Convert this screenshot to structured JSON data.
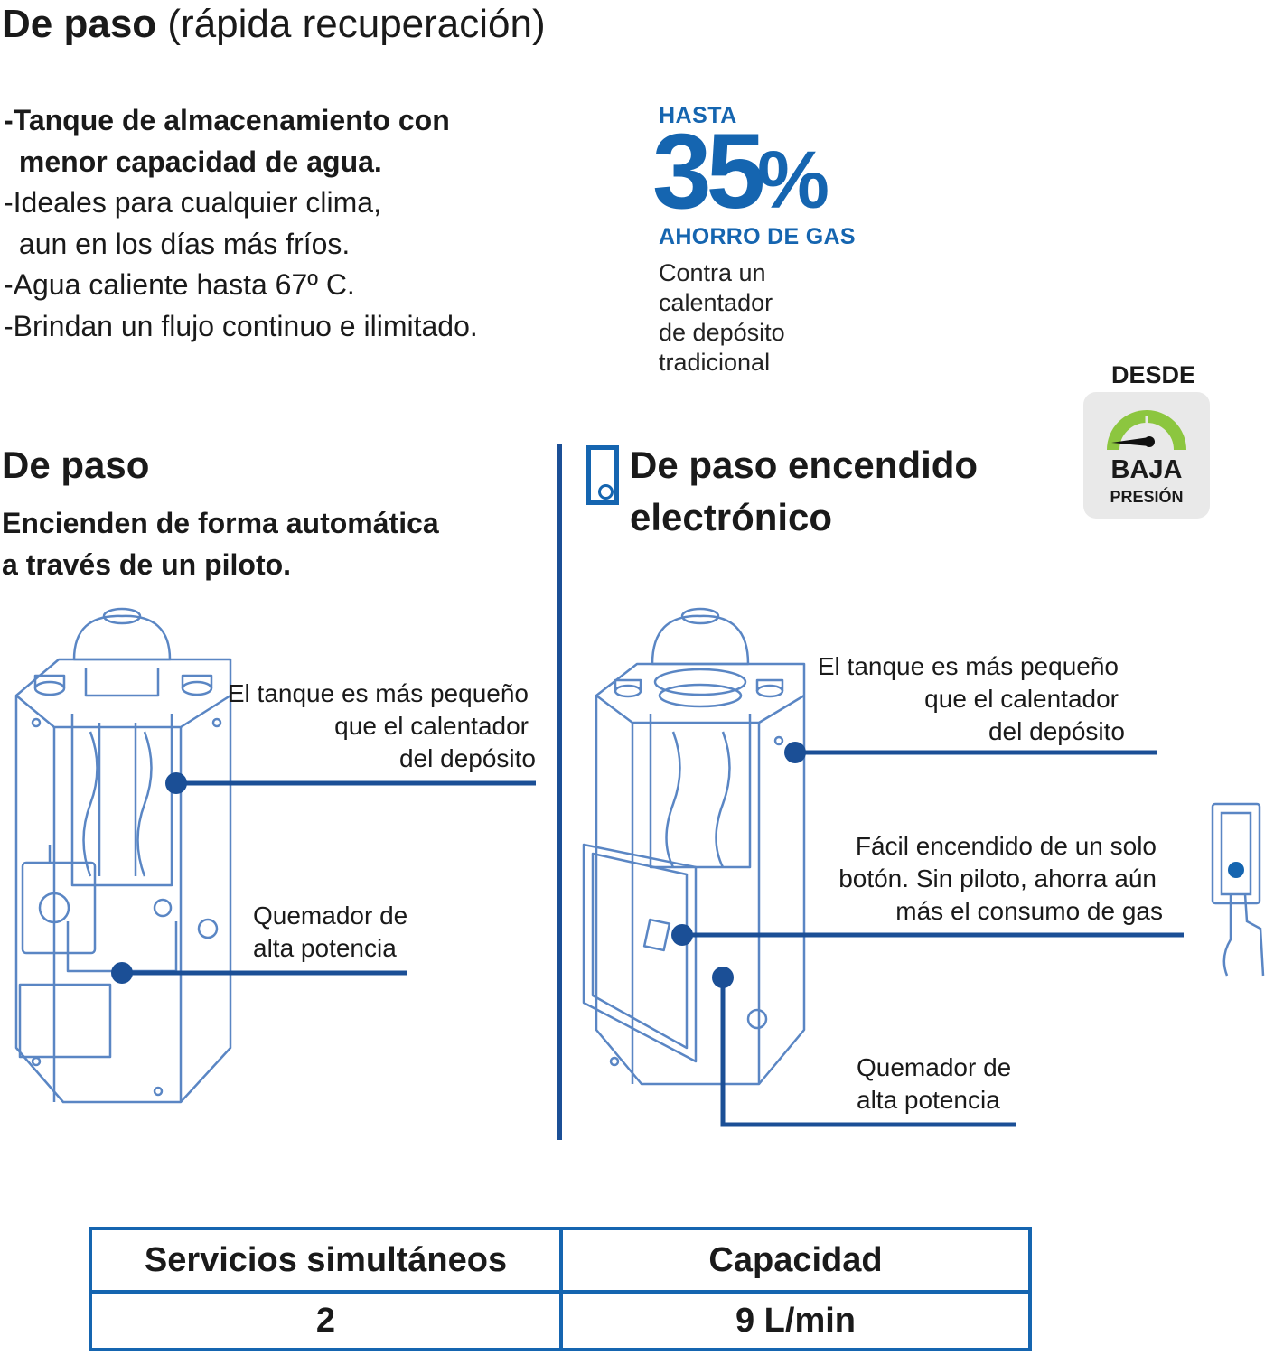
{
  "header": {
    "title_bold": "De paso",
    "title_regular": "(rápida recuperación)"
  },
  "features": [
    "-Tanque de almacenamiento con",
    " menor capacidad de agua.",
    "-Ideales para cualquier clima,",
    " aun en los días más fríos.",
    "-Agua caliente hasta 67º C.",
    "-Brindan un flujo continuo e ilimitado."
  ],
  "promo": {
    "prefix": "HASTA",
    "number": "35",
    "percent": "%",
    "label": "AHORRO DE GAS",
    "lines": [
      "Contra un",
      "calentador",
      "de depósito",
      "tradicional"
    ]
  },
  "badge": {
    "top": "DESDE",
    "main": "BAJA",
    "sub": "PRESIÓN",
    "gauge_icon": "pressure-gauge-icon",
    "colors": {
      "gauge": "#8cc63f",
      "needle": "#111111",
      "background": "#e9e9e9"
    }
  },
  "left_section": {
    "title": "De paso",
    "subtitle_lines": [
      "Encienden de forma automática",
      "a través de un piloto."
    ],
    "callouts": {
      "tank": [
        "El tanque es más pequeño",
        "que el calentador",
        "del depósito"
      ],
      "burner": [
        "Quemador de",
        "alta potencia"
      ]
    }
  },
  "right_section": {
    "title_lines": [
      "De paso encendido",
      "electrónico"
    ],
    "icon": "switch-icon",
    "callouts": {
      "tank": [
        "El tanque es más pequeño",
        "que el calentador",
        "del depósito"
      ],
      "ignition": [
        "Fácil encendido de un solo",
        "botón. Sin piloto, ahorra aún",
        "más el consumo de gas"
      ],
      "burner": [
        "Quemador de",
        "alta potencia"
      ]
    }
  },
  "table": {
    "headers": [
      "Servicios simultáneos",
      "Capacidad"
    ],
    "rows": [
      [
        "2",
        "9 L/min"
      ]
    ]
  },
  "colors": {
    "accent": "#1565b0",
    "line": "#1b4f96",
    "drawing": "#5a86c4"
  }
}
